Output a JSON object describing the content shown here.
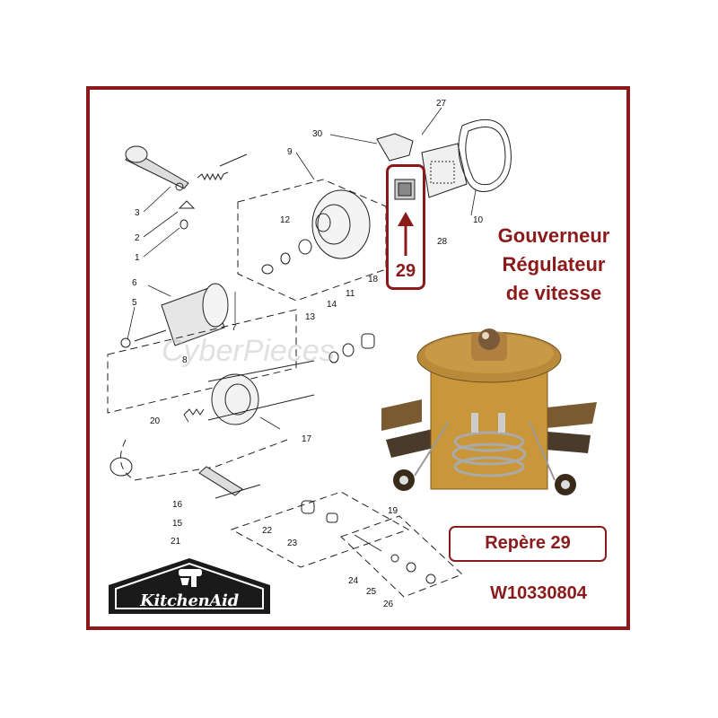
{
  "title": {
    "line1": "Gouverneur",
    "line2": "Régulateur",
    "line3": "de vitesse"
  },
  "callout": {
    "label": "29"
  },
  "repere_label": "Repère 29",
  "part_number": "W10330804",
  "logo_text": "KitchenAid",
  "watermark": "CyberPieces",
  "part_numbers": [
    "1",
    "2",
    "3",
    "5",
    "6",
    "7",
    "8",
    "9",
    "10",
    "11",
    "12",
    "13",
    "14",
    "15",
    "16",
    "17",
    "18",
    "19",
    "20",
    "21",
    "22",
    "23",
    "24",
    "25",
    "26",
    "27",
    "28",
    "30"
  ],
  "colors": {
    "accent": "#8b1a1a",
    "logo_bg": "#1a1a1a",
    "brass": "#c9973a"
  }
}
